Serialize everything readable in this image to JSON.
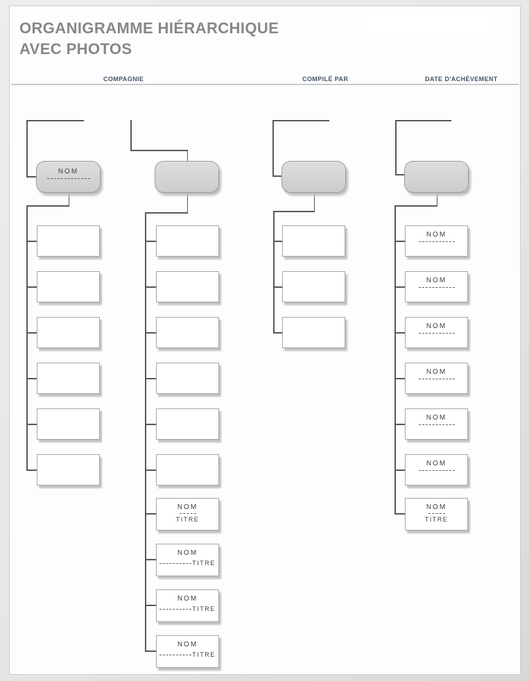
{
  "document": {
    "title_line1": "ORGANIGRAMME HIÉRARCHIQUE",
    "title_line2": "AVEC PHOTOS"
  },
  "header_fields": [
    {
      "label": "COMPAGNIE"
    },
    {
      "label": "COMPILÉ PAR"
    },
    {
      "label": "DATE D'ACHÈVEMENT"
    }
  ],
  "labels": {
    "name": "NOM",
    "title": "TITRE"
  },
  "colors": {
    "accent_text": "#44546a",
    "title_text": "#85878a",
    "connector": "#575757",
    "box_border": "#a6a6a6",
    "root_fill": "#d6d6d6",
    "page_bg": "#fdfdfd",
    "outer_bg": "#e6e6e6"
  },
  "trees": [
    {
      "name": "branch-1",
      "root": {
        "name": "NOM",
        "show_dash": true
      },
      "children": [
        {
          "type": "empty"
        },
        {
          "type": "empty"
        },
        {
          "type": "empty"
        },
        {
          "type": "empty"
        },
        {
          "type": "empty"
        },
        {
          "type": "empty"
        }
      ]
    },
    {
      "name": "branch-2",
      "root": {
        "name": "",
        "show_dash": false
      },
      "children": [
        {
          "type": "empty"
        },
        {
          "type": "empty"
        },
        {
          "type": "empty"
        },
        {
          "type": "empty"
        },
        {
          "type": "empty"
        },
        {
          "type": "empty"
        },
        {
          "type": "name_dash_title",
          "name": "NOM",
          "title": "TITRE"
        },
        {
          "type": "name_dashtitle_inline",
          "name": "NOM",
          "title": "TITRE"
        },
        {
          "type": "name_dashtitle_inline",
          "name": "NOM",
          "title": "TITRE"
        },
        {
          "type": "name_dashtitle_inline",
          "name": "NOM",
          "title": "TITRE"
        }
      ]
    },
    {
      "name": "branch-3",
      "root": {
        "name": "",
        "show_dash": false
      },
      "children": [
        {
          "type": "empty"
        },
        {
          "type": "empty"
        },
        {
          "type": "empty"
        }
      ]
    },
    {
      "name": "branch-4",
      "root": {
        "name": "",
        "show_dash": false
      },
      "children": [
        {
          "type": "name_dash",
          "name": "NOM"
        },
        {
          "type": "name_dash",
          "name": "NOM"
        },
        {
          "type": "name_dash",
          "name": "NOM"
        },
        {
          "type": "name_dash",
          "name": "NOM"
        },
        {
          "type": "name_dash",
          "name": "NOM"
        },
        {
          "type": "name_dash",
          "name": "NOM"
        },
        {
          "type": "name_dash_title",
          "name": "NOM",
          "title": "TITRE"
        }
      ]
    }
  ]
}
